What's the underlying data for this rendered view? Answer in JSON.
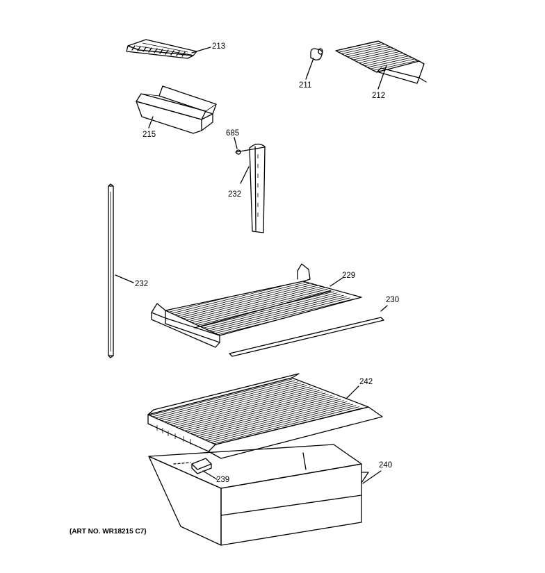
{
  "labels": {
    "p213": "213",
    "p211": "211",
    "p212": "212",
    "p215": "215",
    "p685": "685",
    "p232a": "232",
    "p232b": "232",
    "p229": "229",
    "p230": "230",
    "p242": "242",
    "p239": "239",
    "p240": "240"
  },
  "art_number": "(ART NO. WR18215 C7)"
}
